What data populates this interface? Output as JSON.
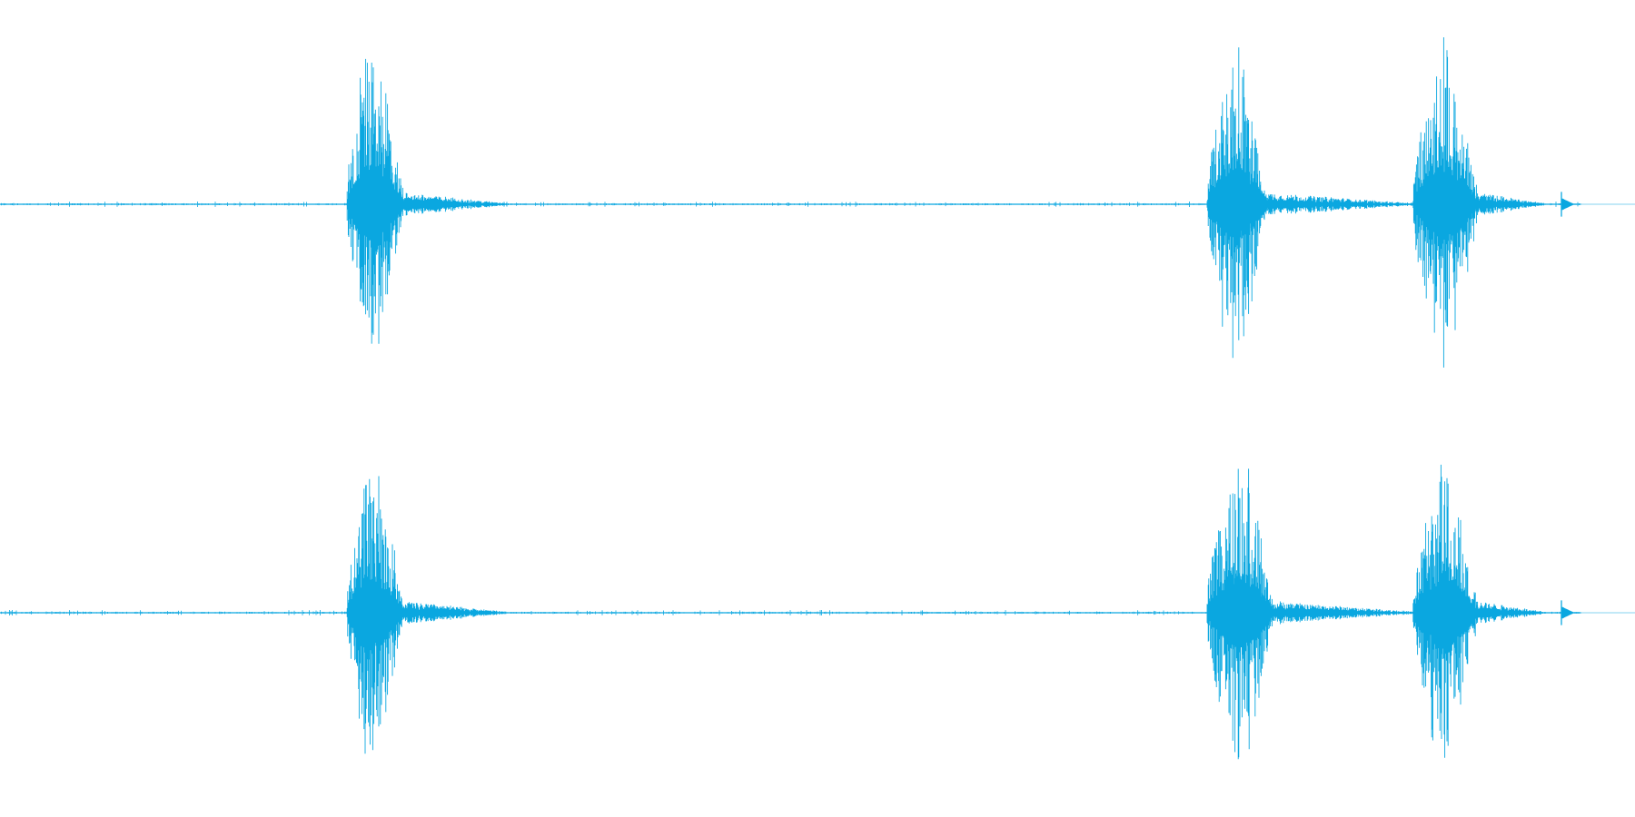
{
  "waveform": {
    "color": "#0aa7e0",
    "channels": [
      {
        "name": "",
        "bursts": [
          {
            "start": 0.212,
            "peak": 0.226,
            "end": 0.248,
            "amp": 0.97,
            "tail_end": 0.31
          },
          {
            "start": 0.738,
            "peak": 0.755,
            "end": 0.776,
            "amp": 0.95,
            "tail_end": 0.865
          },
          {
            "start": 0.864,
            "peak": 0.883,
            "end": 0.905,
            "amp": 1.0,
            "tail_end": 0.945
          }
        ],
        "clicks": [
          {
            "pos": 0.955,
            "amp": 0.08
          }
        ],
        "end_pos": 0.967
      },
      {
        "name": "",
        "bursts": [
          {
            "start": 0.212,
            "peak": 0.226,
            "end": 0.248,
            "amp": 0.92,
            "tail_end": 0.31
          },
          {
            "start": 0.738,
            "peak": 0.758,
            "end": 0.78,
            "amp": 1.0,
            "tail_end": 0.865
          },
          {
            "start": 0.864,
            "peak": 0.883,
            "end": 0.905,
            "amp": 0.95,
            "tail_end": 0.945
          }
        ],
        "clicks": [
          {
            "pos": 0.955,
            "amp": 0.08
          }
        ],
        "end_pos": 0.967
      }
    ]
  }
}
